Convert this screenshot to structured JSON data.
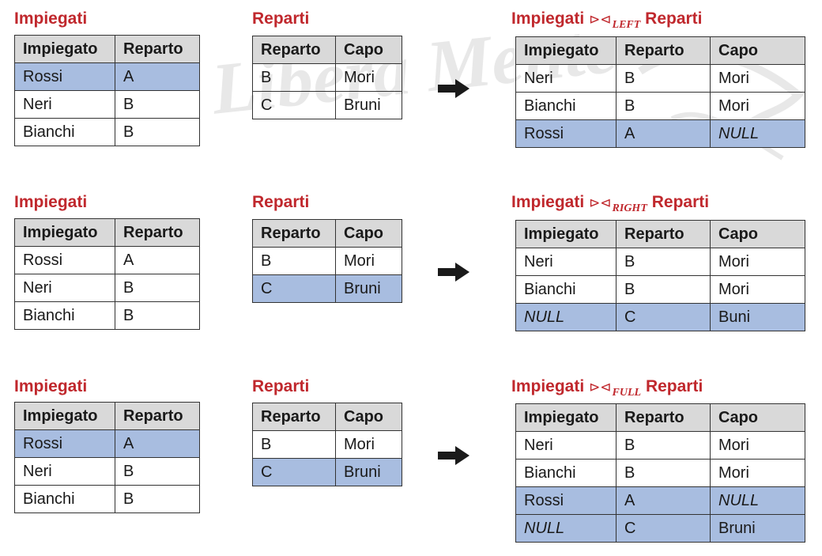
{
  "colors": {
    "title": "#c0282d",
    "header_bg": "#d9d9d9",
    "highlight": "#a8bde0"
  },
  "watermark": {
    "text": "Libera Mente"
  },
  "operator_symbol": "⊳⊲",
  "rows": [
    {
      "left": {
        "title": "Impiegati",
        "headers": [
          "Impiegato",
          "Reparto"
        ],
        "rows": [
          [
            "Rossi",
            "A"
          ],
          [
            "Neri",
            "B"
          ],
          [
            "Bianchi",
            "B"
          ]
        ]
      },
      "right": {
        "title": "Reparti",
        "headers": [
          "Reparto",
          "Capo"
        ],
        "rows": [
          [
            "B",
            "Mori"
          ],
          [
            "C",
            "Bruni"
          ]
        ]
      },
      "arrow_icon": "right-arrow-icon",
      "result": {
        "title_left": "Impiegati",
        "subscript": "LEFT",
        "title_right": "Reparti",
        "headers": [
          "Impiegato",
          "Reparto",
          "Capo"
        ],
        "rows": [
          [
            "Neri",
            "B",
            "Mori"
          ],
          [
            "Bianchi",
            "B",
            "Mori"
          ],
          [
            "Rossi",
            "A",
            "NULL"
          ]
        ]
      }
    },
    {
      "left": {
        "title": "Impiegati",
        "headers": [
          "Impiegato",
          "Reparto"
        ],
        "rows": [
          [
            "Rossi",
            "A"
          ],
          [
            "Neri",
            "B"
          ],
          [
            "Bianchi",
            "B"
          ]
        ]
      },
      "right": {
        "title": "Reparti",
        "headers": [
          "Reparto",
          "Capo"
        ],
        "rows": [
          [
            "B",
            "Mori"
          ],
          [
            "C",
            "Bruni"
          ]
        ]
      },
      "arrow_icon": "right-arrow-icon",
      "result": {
        "title_left": "Impiegati",
        "subscript": "RIGHT",
        "title_right": "Reparti",
        "headers": [
          "Impiegato",
          "Reparto",
          "Capo"
        ],
        "rows": [
          [
            "Neri",
            "B",
            "Mori"
          ],
          [
            "Bianchi",
            "B",
            "Mori"
          ],
          [
            "NULL",
            "C",
            "Buni"
          ]
        ]
      }
    },
    {
      "left": {
        "title": "Impiegati",
        "headers": [
          "Impiegato",
          "Reparto"
        ],
        "rows": [
          [
            "Rossi",
            "A"
          ],
          [
            "Neri",
            "B"
          ],
          [
            "Bianchi",
            "B"
          ]
        ]
      },
      "right": {
        "title": "Reparti",
        "headers": [
          "Reparto",
          "Capo"
        ],
        "rows": [
          [
            "B",
            "Mori"
          ],
          [
            "C",
            "Bruni"
          ]
        ]
      },
      "arrow_icon": "right-arrow-icon",
      "result": {
        "title_left": "Impiegati",
        "subscript": "FULL",
        "title_right": "Reparti",
        "headers": [
          "Impiegato",
          "Reparto",
          "Capo"
        ],
        "rows": [
          [
            "Neri",
            "B",
            "Mori"
          ],
          [
            "Bianchi",
            "B",
            "Mori"
          ],
          [
            "Rossi",
            "A",
            "NULL"
          ],
          [
            "NULL",
            "C",
            "Bruni"
          ]
        ]
      }
    }
  ]
}
